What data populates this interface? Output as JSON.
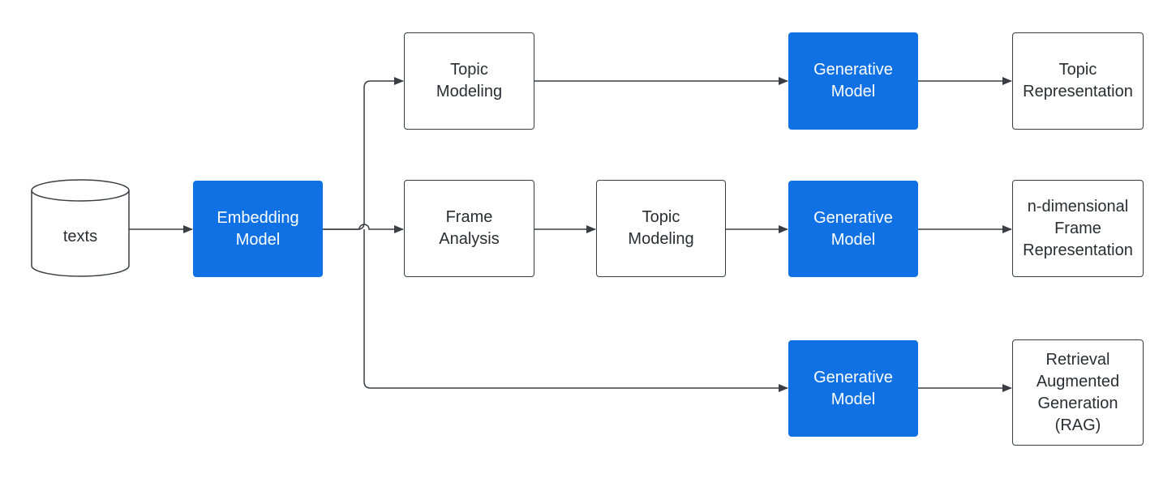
{
  "diagram": {
    "source": {
      "label": "texts"
    },
    "nodes": {
      "embedding_model": {
        "label": "Embedding\nModel"
      },
      "topic_modeling_top": {
        "label": "Topic\nModeling"
      },
      "generative_model_top": {
        "label": "Generative\nModel"
      },
      "topic_representation": {
        "label": "Topic\nRepresentation"
      },
      "frame_analysis": {
        "label": "Frame\nAnalysis"
      },
      "topic_modeling_mid": {
        "label": "Topic\nModeling"
      },
      "generative_model_mid": {
        "label": "Generative\nModel"
      },
      "frame_representation": {
        "label": "n-dimensional\nFrame\nRepresentation"
      },
      "generative_model_bottom": {
        "label": "Generative\nModel"
      },
      "rag": {
        "label": "Retrieval\nAugmented\nGeneration\n(RAG)"
      }
    },
    "colors": {
      "accent": "#1071e5",
      "stroke": "#3a3d44",
      "text": "#2b2d33"
    }
  }
}
